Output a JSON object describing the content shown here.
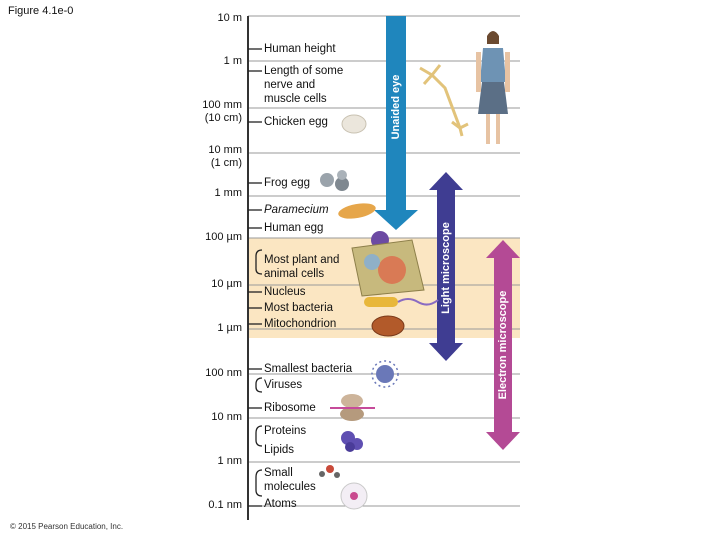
{
  "figure_label": "Figure 4.1e-0",
  "copyright": "© 2015 Pearson Education, Inc.",
  "scale_labels": [
    "10 m",
    "1 m",
    "100 mm\n(10 cm)",
    "10 mm\n(1 cm)",
    "1 mm",
    "100 µm",
    "10 µm",
    "1 µm",
    "100 nm",
    "10 nm",
    "1 nm",
    "0.1 nm"
  ],
  "items": [
    {
      "text": "Human height",
      "italic": false
    },
    {
      "text": "Length of some\nnerve and\nmuscle cells",
      "italic": false
    },
    {
      "text": "Chicken egg",
      "italic": false
    },
    {
      "text": "Frog egg",
      "italic": false
    },
    {
      "text": "Paramecium",
      "italic": true
    },
    {
      "text": "Human egg",
      "italic": false
    },
    {
      "text": "Most plant and\nanimal cells",
      "italic": false
    },
    {
      "text": "Nucleus",
      "italic": false
    },
    {
      "text": "Most bacteria",
      "italic": false
    },
    {
      "text": "Mitochondrion",
      "italic": false
    },
    {
      "text": "Smallest bacteria",
      "italic": false
    },
    {
      "text": "Viruses",
      "italic": false
    },
    {
      "text": "Ribosome",
      "italic": false
    },
    {
      "text": "Proteins",
      "italic": false
    },
    {
      "text": "Lipids",
      "italic": false
    },
    {
      "text": "Small\nmolecules",
      "italic": false
    },
    {
      "text": "Atoms",
      "italic": false
    }
  ],
  "ranges": [
    {
      "label": "Unaided eye",
      "color": "#1f86bd"
    },
    {
      "label": "Light microscope",
      "color": "#3f3d92"
    },
    {
      "label": "Electron microscope",
      "color": "#b44a95"
    }
  ]
}
